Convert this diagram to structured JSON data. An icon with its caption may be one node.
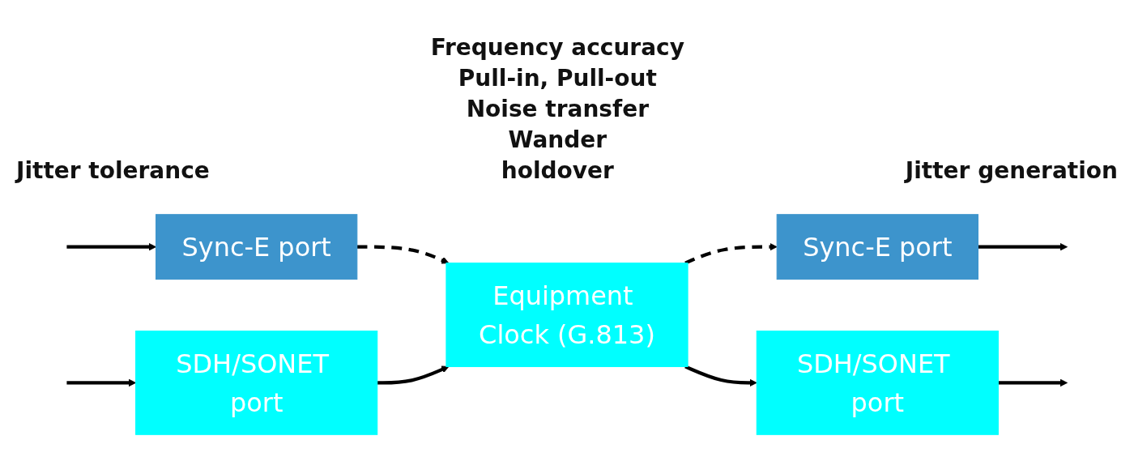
{
  "diagram": {
    "nodes": [
      {
        "text": [
          "Sync-E port"
        ]
      },
      {
        "text": [
          "SDH/SONET port"
        ]
      },
      {
        "text": [
          "Equipment Clock (G.813)"
        ]
      },
      {
        "text": [
          "Sync-E port"
        ]
      },
      {
        "text": [
          "SDH/SONET port"
        ]
      }
    ],
    "edges": [
      {
        "from": null,
        "to": 0,
        "arrow": "to"
      },
      {
        "from": null,
        "to": 1,
        "arrow": "to"
      },
      {
        "from": 0,
        "to": 2,
        "arrow": "to",
        "style": "dashed"
      },
      {
        "from": 1,
        "to": 2,
        "arrow": "to"
      },
      {
        "from": 2,
        "to": 3,
        "arrow": "to",
        "style": "dashed"
      },
      {
        "from": 2,
        "to": 4,
        "arrow": "to"
      },
      {
        "from": 3,
        "to": null,
        "arrow": "to"
      },
      {
        "from": 4,
        "to": null,
        "arrow": "to"
      }
    ],
    "labels": [
      "Jitter tolerance",
      "Frequency accuracy",
      "Pull-in, Pull-out",
      "Noise transfer",
      "Wander",
      "holdover",
      "Jitter generation"
    ]
  }
}
